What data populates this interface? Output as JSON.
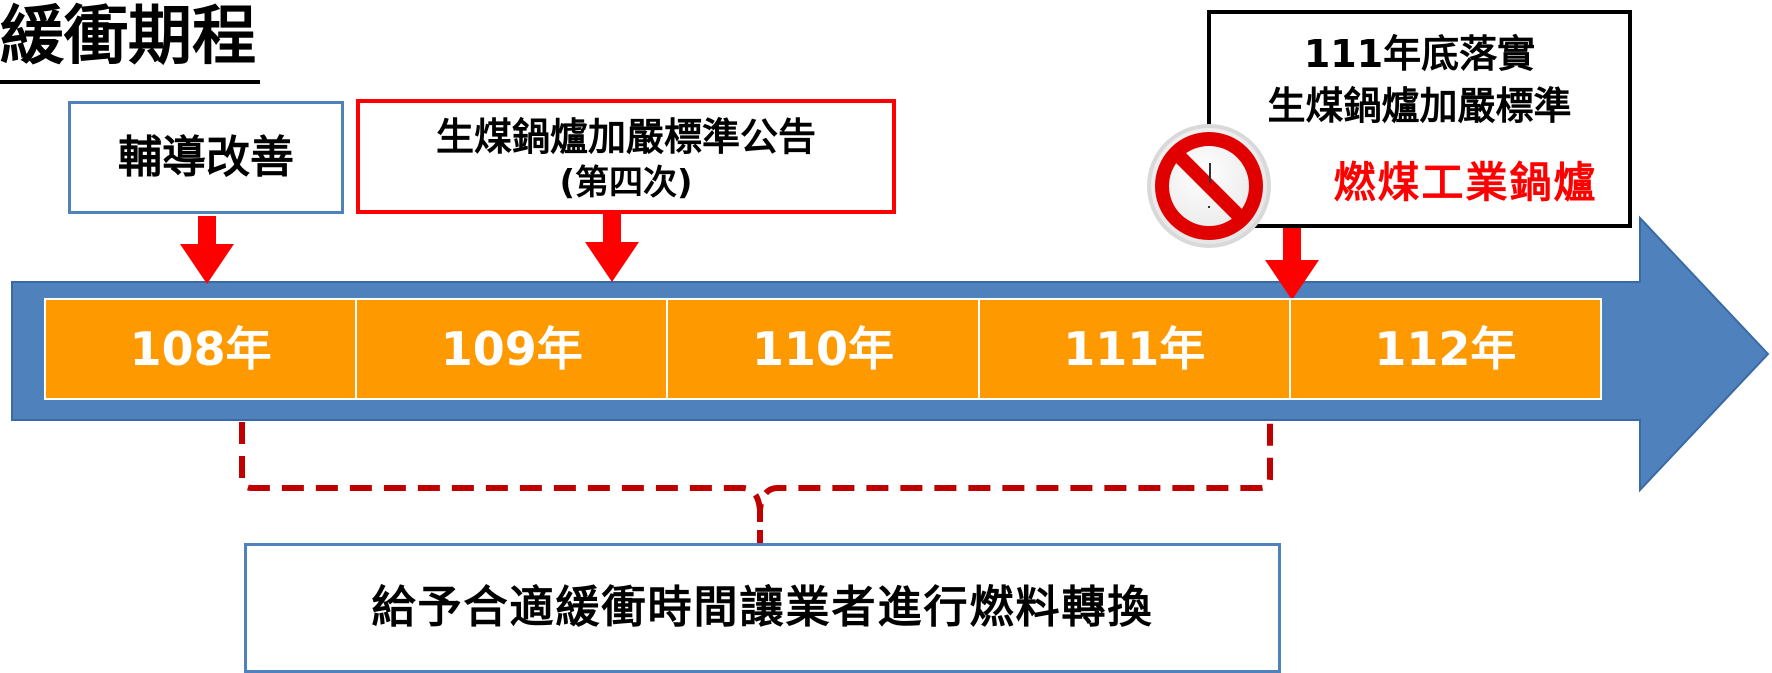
{
  "title": "緩衝期程",
  "box_coach": {
    "label": "輔導改善"
  },
  "box_announce": {
    "line1": "生煤鍋爐加嚴標準公告",
    "line2": "(第四次)"
  },
  "box_deadline": {
    "line1": "111年底落實",
    "line2": "生煤鍋爐加嚴標準",
    "line3": "燃煤工業鍋爐"
  },
  "timeline": {
    "years": [
      "108年",
      "109年",
      "110年",
      "111年",
      "112年"
    ]
  },
  "bottom_note": "給予合適緩衝時間讓業者進行燃料轉換",
  "colors": {
    "arrow_blue": "#4f81bd",
    "cell_orange": "#ff9900",
    "pointer_red": "#ff0000",
    "bracket_red": "#c00000"
  },
  "icons": {
    "prohibition": "no-entry-sign-icon"
  }
}
